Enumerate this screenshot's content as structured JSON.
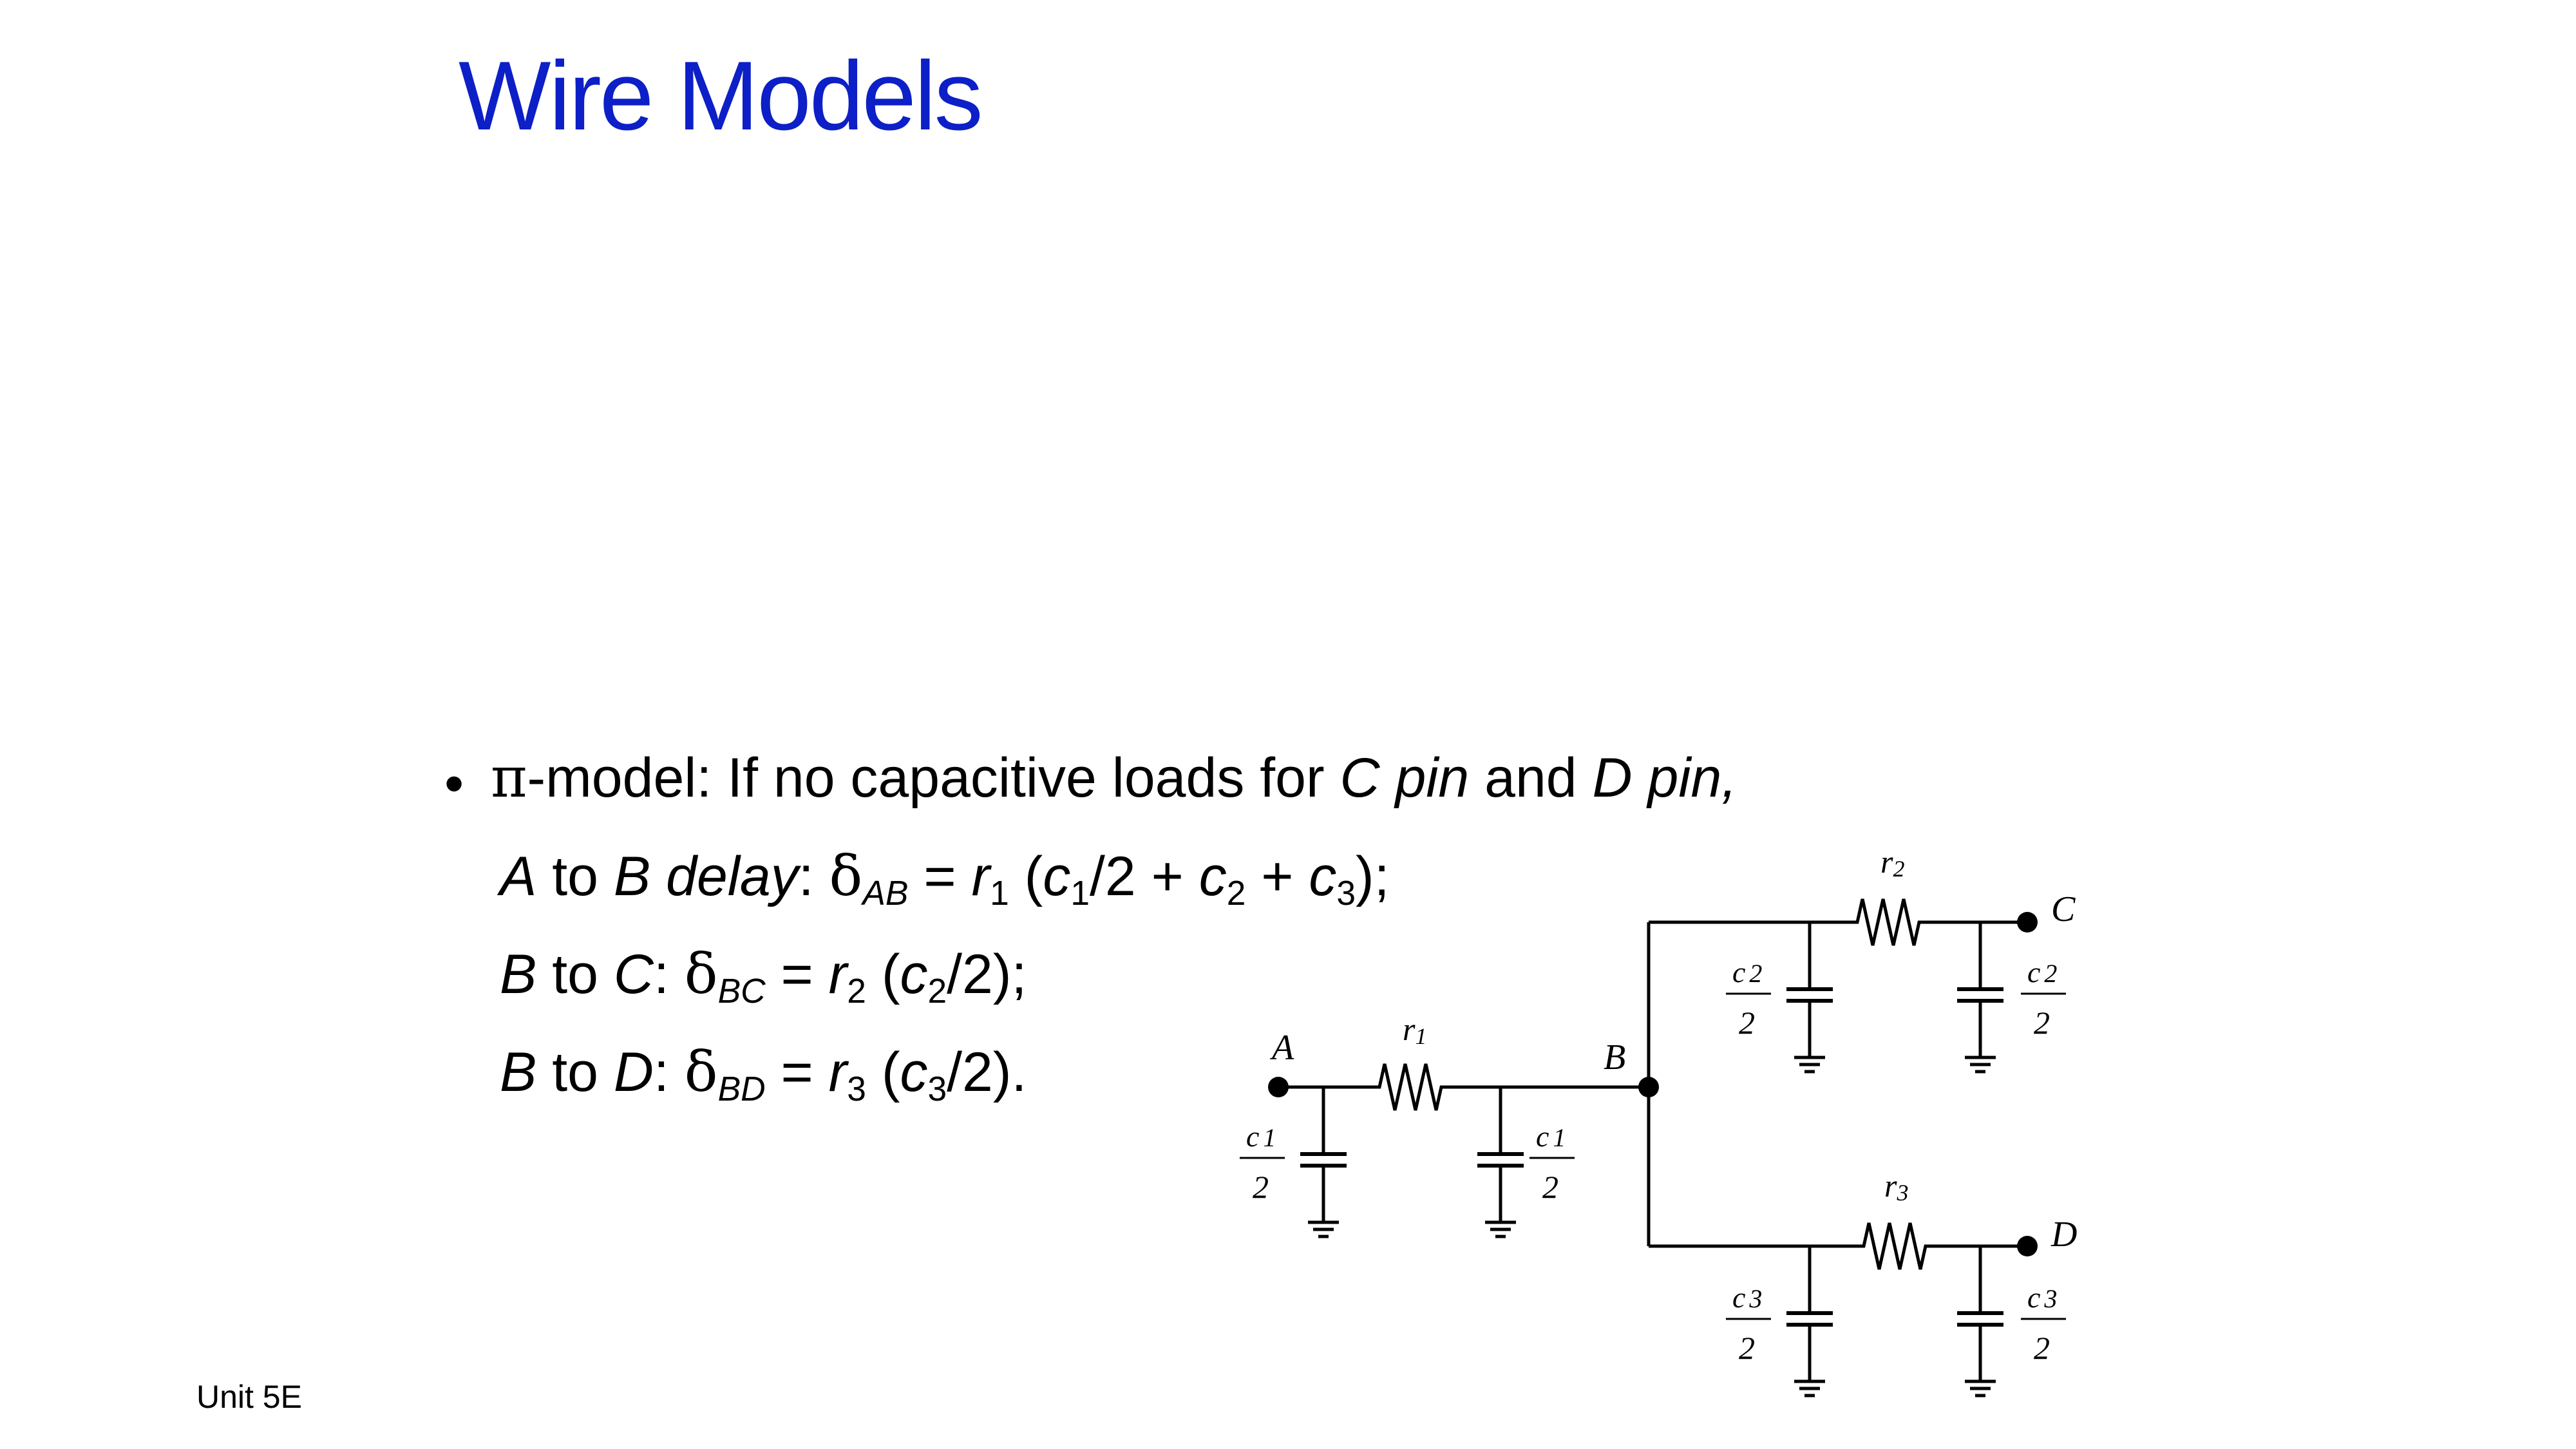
{
  "slide": {
    "title": "Wire Models",
    "footer": "Unit 5E"
  },
  "content": {
    "bullet_char": "•",
    "line1": {
      "pi": "π",
      "text1": "-model: If no capacitive loads for ",
      "i1": "C pin",
      "text2": " and ",
      "i2": "D pin",
      "text3": ","
    },
    "line2": {
      "A": "A",
      "to": " to ",
      "B": "B delay",
      "colon": ": ",
      "delta": "δ",
      "sub": "AB",
      "eq": " = ",
      "r": "r",
      "rsub": "1",
      "rest1": " (",
      "c1": "c",
      "c1sub": "1",
      "rest2": "/2 + ",
      "c2": "c",
      "c2sub": "2",
      "rest3": " + ",
      "c3": "c",
      "c3sub": "3",
      "rest4": ");"
    },
    "line3": {
      "B": "B",
      "to": " to ",
      "C": "C",
      "colon": ": ",
      "delta": "δ",
      "sub": "BC",
      "eq": " = ",
      "r": "r",
      "rsub": "2",
      "rest1": " (",
      "c": "c",
      "csub": "2",
      "rest2": "/2);"
    },
    "line4": {
      "B": "B",
      "to": " to ",
      "D": "D",
      "colon": ": ",
      "delta": "δ",
      "sub": "BD",
      "eq": " = ",
      "r": "r",
      "rsub": "3",
      "rest1": " (",
      "c": "c",
      "csub": "3",
      "rest2": "/2)."
    }
  },
  "circuit": {
    "nodes": {
      "A": "A",
      "B": "B",
      "C": "C",
      "D": "D"
    },
    "resistors": {
      "r1": "r",
      "r1_sub": "1",
      "r2": "r",
      "r2_sub": "2",
      "r3": "r",
      "r3_sub": "3"
    },
    "caps": {
      "c1_num": "c",
      "c1_sub": "1",
      "c2_num": "c",
      "c2_sub": "2",
      "c3_num": "c",
      "c3_sub": "3",
      "den": "2"
    }
  }
}
